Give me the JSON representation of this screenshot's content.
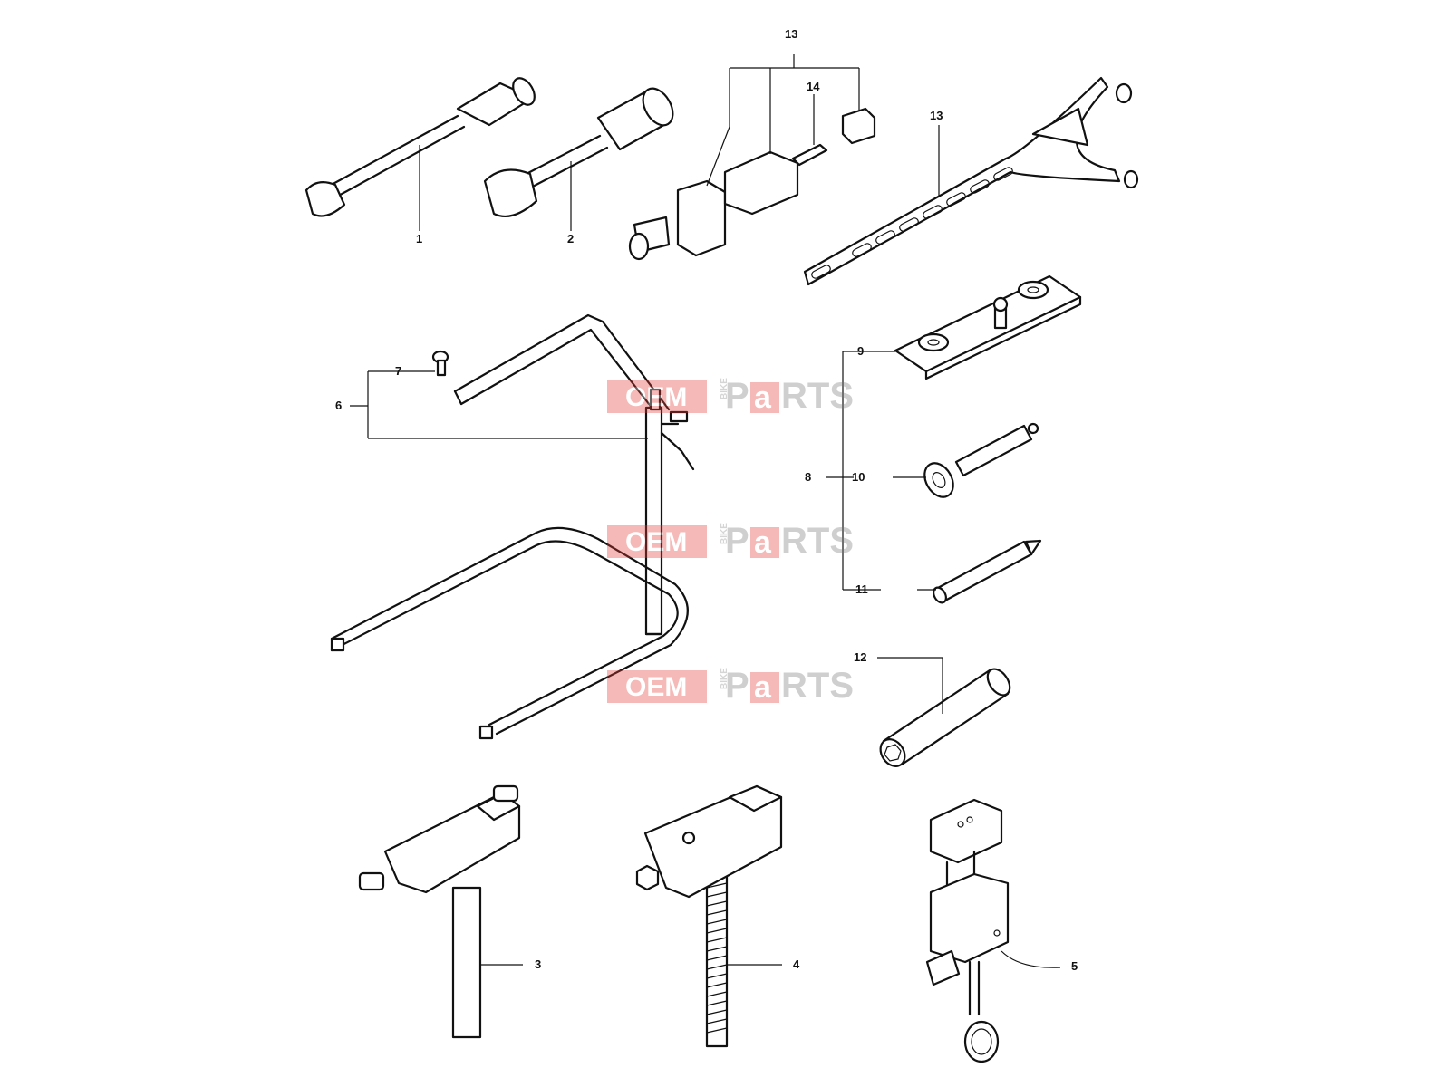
{
  "callouts": {
    "c1": "1",
    "c2": "2",
    "c3": "3",
    "c4": "4",
    "c5": "5",
    "c6": "6",
    "c7": "7",
    "c8": "8",
    "c9": "9",
    "c10": "10",
    "c11": "11",
    "c12": "12",
    "c13a": "13",
    "c13b": "13",
    "c14": "14"
  },
  "watermark": {
    "oem": "OEM",
    "bike": "BIKE",
    "parts_p": "P",
    "parts_a": "a",
    "parts_rts": "RTS",
    "color": "#e53935"
  }
}
